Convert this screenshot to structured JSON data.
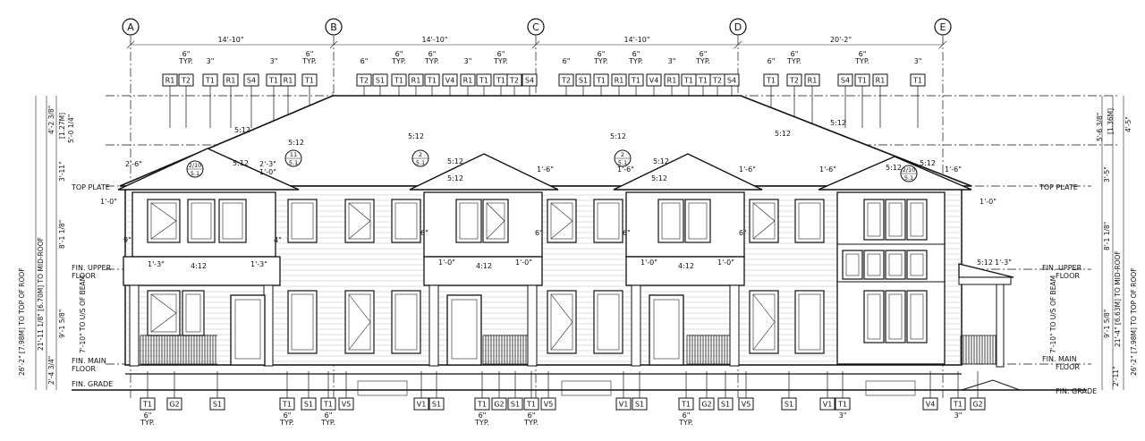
{
  "grid": {
    "labels": [
      "A",
      "B",
      "C",
      "D",
      "E"
    ],
    "spans": [
      "14'-10\"",
      "14'-10\"",
      "14'-10\"",
      "20'-2\""
    ]
  },
  "top_tags": [
    {
      "label": "R1"
    },
    {
      "label": "T2",
      "note": "6\" TYP."
    },
    {
      "label": "T1",
      "note": "3\""
    },
    {
      "label": "R1"
    },
    {
      "label": "S4"
    },
    {
      "label": "T1",
      "note": "3\""
    },
    {
      "label": "R1"
    },
    {
      "label": "T1",
      "note": "6\" TYP."
    },
    {
      "label": "T2",
      "note": "6\""
    },
    {
      "label": "S1"
    },
    {
      "label": "T1",
      "note": "6\" TYP."
    },
    {
      "label": "R1"
    },
    {
      "label": "T1",
      "note": "6\" TYP."
    },
    {
      "label": "V4"
    },
    {
      "label": "R1",
      "note": "3\""
    },
    {
      "label": "T1"
    },
    {
      "label": "T1",
      "note": "6\" TYP."
    },
    {
      "label": "T2"
    },
    {
      "label": "S4"
    },
    {
      "label": "T2",
      "note": "6\""
    },
    {
      "label": "S1"
    },
    {
      "label": "T1",
      "note": "6\" TYP."
    },
    {
      "label": "R1"
    },
    {
      "label": "T1",
      "note": "6\" TYP."
    },
    {
      "label": "V4"
    },
    {
      "label": "R1",
      "note": "3\""
    },
    {
      "label": "T1"
    },
    {
      "label": "T1",
      "note": "6\" TYP."
    },
    {
      "label": "T2"
    },
    {
      "label": "S4"
    },
    {
      "label": "T1",
      "note": "6\""
    },
    {
      "label": "T2",
      "note": "6\" TYP."
    },
    {
      "label": "R1"
    },
    {
      "label": "S4"
    },
    {
      "label": "T1",
      "note": "6\" TYP."
    },
    {
      "label": "R1"
    },
    {
      "label": "T1",
      "note": "3\""
    }
  ],
  "bottom_tags": [
    {
      "label": "T1",
      "note": "6\" TYP."
    },
    {
      "label": "G2"
    },
    {
      "label": "S1"
    },
    {
      "label": "T1",
      "note": "6\" TYP."
    },
    {
      "label": "S1"
    },
    {
      "label": "T1",
      "note": "6\" TYP."
    },
    {
      "label": "V5"
    },
    {
      "label": "V1"
    },
    {
      "label": "S1"
    },
    {
      "label": "T1",
      "note": "6\" TYP."
    },
    {
      "label": "G2"
    },
    {
      "label": "S1"
    },
    {
      "label": "T1",
      "note": "6\" TYP."
    },
    {
      "label": "V5"
    },
    {
      "label": "V1"
    },
    {
      "label": "S1"
    },
    {
      "label": "T1",
      "note": "6\" TYP."
    },
    {
      "label": "G2"
    },
    {
      "label": "S1"
    },
    {
      "label": "V5"
    },
    {
      "label": "S1"
    },
    {
      "label": "V1"
    },
    {
      "label": "T1",
      "note": "3\""
    },
    {
      "label": "V4"
    },
    {
      "label": "T1",
      "note": "3\""
    },
    {
      "label": "G2"
    }
  ],
  "levels": {
    "top_plate": "TOP PLATE",
    "fin_upper": "FIN. UPPER",
    "floor": "FLOOR",
    "fin_main": "FIN. MAIN",
    "fin_grade": "FIN. GRADE"
  },
  "left_dims": {
    "roof_top": "4'-2 3/8\"",
    "roof_metric": "[1.27M]",
    "roof_mid": "5'-0 1/4\"",
    "plate": "3'-11\"",
    "upper": "8'-1 1/8\"",
    "main": "9'-1 5/8\"",
    "grade": "2'-4 3/4\"",
    "overall_roof": "26'-2\" [7.98M] TO TOP OF ROOF",
    "overall_mid": "21'-11 1/8\" [6.70M] TO MID-ROOF",
    "beam": "7'-10\" TO U/S OF BEAM"
  },
  "right_dims": {
    "roof_top": "4'-5\"",
    "roof_metric": "[1.36M]",
    "roof_mid": "5'-6 3/8\"",
    "plate": "3'-5\"",
    "upper": "8'-1 1/8\"",
    "main": "9'-1 5/8\"",
    "grade": "2'-11\"",
    "overall_roof": "26'-2\" [7.98M] TO TOP OF ROOF",
    "overall_mid": "21'-4\" [6.63M] TO MID-ROOF",
    "beam": "7'-10\" TO U/S OF BEAM"
  },
  "notes": {
    "pitch": "5:12",
    "pitch_small": "4:12",
    "d1": "1'-0\"",
    "d2": "2'-6\"",
    "d3": "2'-3\"",
    "d4": "1'-3\"",
    "d5": "1'-6\"",
    "d6": "9\"",
    "d7": "4\"",
    "d8": "6\"",
    "d9": "3\"",
    "d10": "1'-3\"",
    "callout_a": "2/10",
    "callout_a2": "5.1",
    "callout_b": "11",
    "callout_c": "2"
  }
}
